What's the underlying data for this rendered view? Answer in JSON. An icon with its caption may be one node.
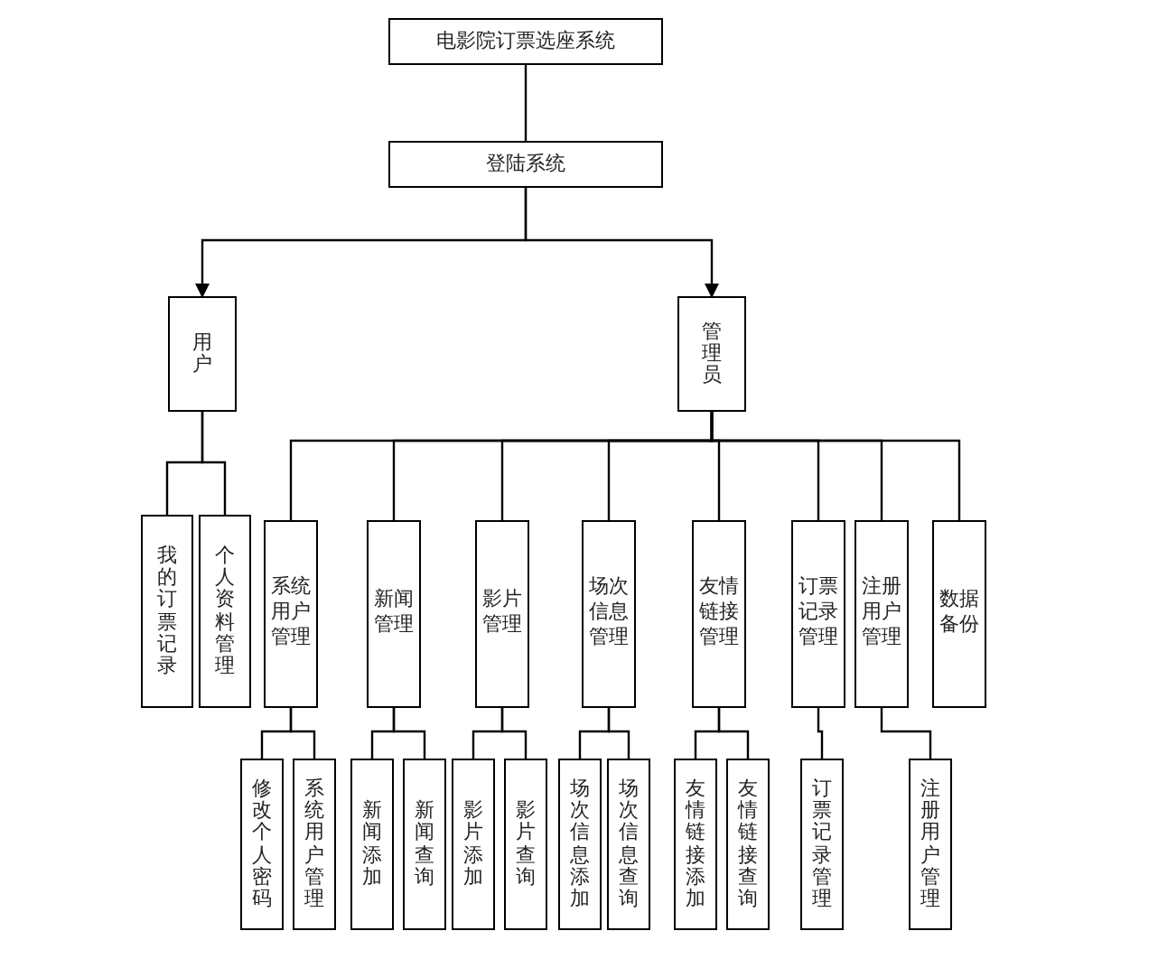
{
  "diagram": {
    "nodes": [
      {
        "text": [
          "电影院订票选座系统"
        ]
      },
      {
        "text": [
          "登陆系统"
        ]
      },
      {
        "text": [
          "用户"
        ]
      },
      {
        "text": [
          "管理员"
        ]
      },
      {
        "text": [
          "我的订票记录"
        ]
      },
      {
        "text": [
          "个人资料管理"
        ]
      },
      {
        "text": [
          "系统用户管理"
        ]
      },
      {
        "text": [
          "新闻管理"
        ]
      },
      {
        "text": [
          "影片管理"
        ]
      },
      {
        "text": [
          "场次信息管理"
        ]
      },
      {
        "text": [
          "友情链接管理"
        ]
      },
      {
        "text": [
          "订票记录管理"
        ]
      },
      {
        "text": [
          "注册用户管理"
        ]
      },
      {
        "text": [
          "数据备份"
        ]
      },
      {
        "text": [
          "修改个人密码"
        ]
      },
      {
        "text": [
          "系统用户管理"
        ]
      },
      {
        "text": [
          "新闻添加"
        ]
      },
      {
        "text": [
          "新闻查询"
        ]
      },
      {
        "text": [
          "影片添加"
        ]
      },
      {
        "text": [
          "影片查询"
        ]
      },
      {
        "text": [
          "场次信息添加"
        ]
      },
      {
        "text": [
          "场次信息查询"
        ]
      },
      {
        "text": [
          "友情链接添加"
        ]
      },
      {
        "text": [
          "友情链接查询"
        ]
      },
      {
        "text": [
          "订票记录管理"
        ]
      },
      {
        "text": [
          "注册用户管理"
        ]
      }
    ],
    "edges": [
      {
        "from": 0,
        "to": 1,
        "arrow": "none"
      },
      {
        "from": 1,
        "to": 2,
        "arrow": "to"
      },
      {
        "from": 1,
        "to": 3,
        "arrow": "to"
      },
      {
        "from": 2,
        "to": 4,
        "arrow": "none"
      },
      {
        "from": 2,
        "to": 5,
        "arrow": "none"
      },
      {
        "from": 3,
        "to": 6,
        "arrow": "none"
      },
      {
        "from": 3,
        "to": 7,
        "arrow": "none"
      },
      {
        "from": 3,
        "to": 8,
        "arrow": "none"
      },
      {
        "from": 3,
        "to": 9,
        "arrow": "none"
      },
      {
        "from": 3,
        "to": 10,
        "arrow": "none"
      },
      {
        "from": 3,
        "to": 11,
        "arrow": "none"
      },
      {
        "from": 3,
        "to": 12,
        "arrow": "none"
      },
      {
        "from": 3,
        "to": 13,
        "arrow": "none"
      },
      {
        "from": 6,
        "to": 14,
        "arrow": "none"
      },
      {
        "from": 6,
        "to": 15,
        "arrow": "none"
      },
      {
        "from": 7,
        "to": 16,
        "arrow": "none"
      },
      {
        "from": 7,
        "to": 17,
        "arrow": "none"
      },
      {
        "from": 8,
        "to": 18,
        "arrow": "none"
      },
      {
        "from": 8,
        "to": 19,
        "arrow": "none"
      },
      {
        "from": 9,
        "to": 20,
        "arrow": "none"
      },
      {
        "from": 9,
        "to": 21,
        "arrow": "none"
      },
      {
        "from": 10,
        "to": 22,
        "arrow": "none"
      },
      {
        "from": 10,
        "to": 23,
        "arrow": "none"
      },
      {
        "from": 11,
        "to": 24,
        "arrow": "none"
      },
      {
        "from": 12,
        "to": 25,
        "arrow": "none"
      }
    ]
  }
}
